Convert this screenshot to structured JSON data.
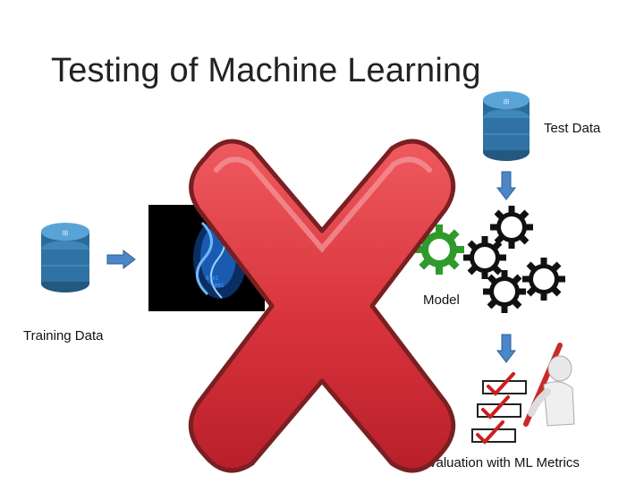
{
  "slide": {
    "title": "Testing of Machine Learning"
  },
  "labels": {
    "test_data": "Test Data",
    "training_data": "Training Data",
    "model": "Model",
    "evaluation": "Evaluation with ML Metrics"
  },
  "colors": {
    "database": "#2d6f9e",
    "arrow": "#4a86c8",
    "cross": "#d9343f",
    "gear_green": "#33a02c",
    "gear_black": "#111111",
    "check": "#cc1f1f"
  },
  "icons": [
    "database-icon",
    "arrow-right-icon",
    "arrow-down-icon",
    "gear-icon",
    "cross-icon",
    "checklist-icon",
    "person-icon"
  ]
}
